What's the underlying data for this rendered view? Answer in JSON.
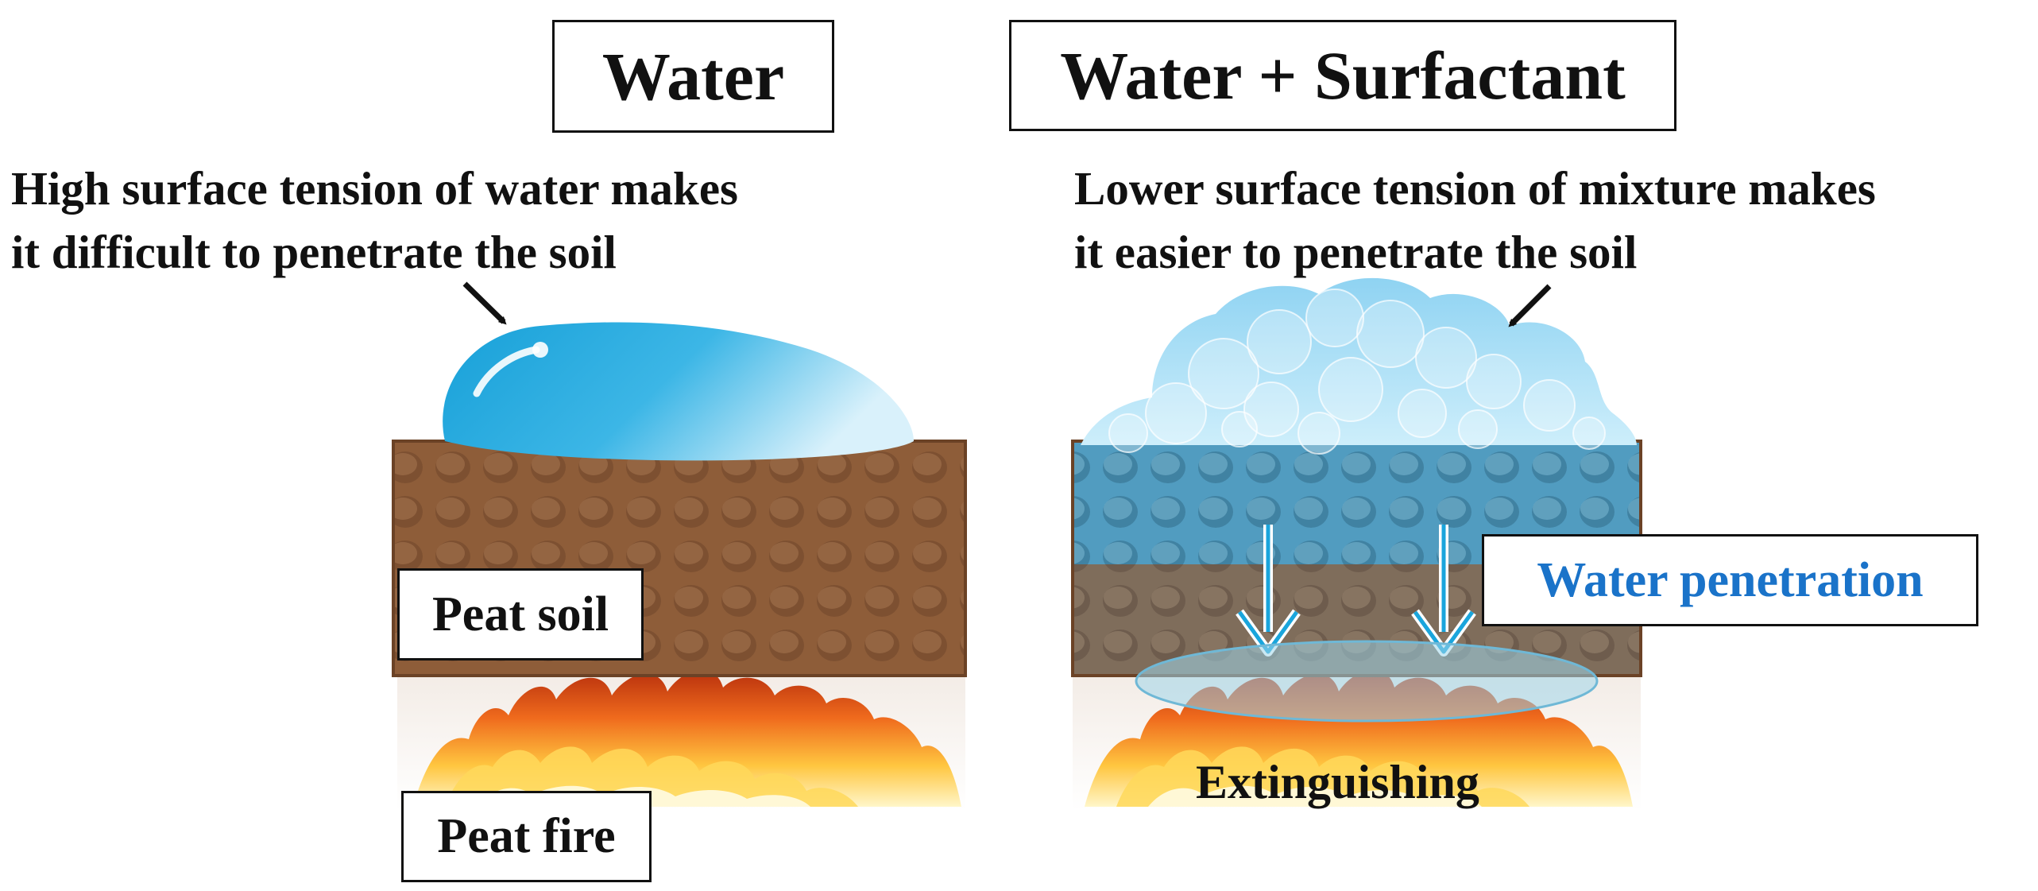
{
  "left_panel": {
    "title": "Water",
    "caption_line1": "High surface tension of water makes",
    "caption_line2": "it difficult to penetrate the soil",
    "soil_label": "Peat soil",
    "fire_label": "Peat fire"
  },
  "right_panel": {
    "title": "Water + Surfactant",
    "caption_line1": "Lower surface tension of mixture makes",
    "caption_line2": "it easier to penetrate the soil",
    "penetration_label": "Water penetration",
    "extinguish_label": "Extinguishing"
  },
  "colors": {
    "soil": "#8a5a36",
    "soil_dark": "#6b4226",
    "water": "#1aa5dc",
    "label_blue": "#1a73c9",
    "fire": "#e8641c"
  }
}
